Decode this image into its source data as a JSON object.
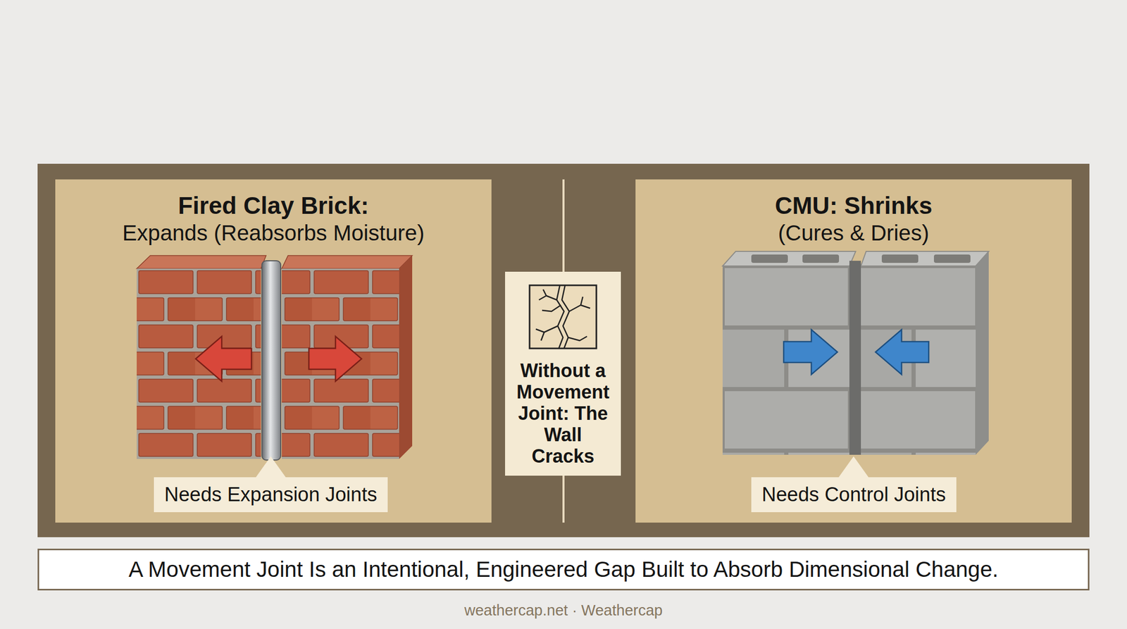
{
  "diagram": {
    "nodes": [
      {
        "text": [
          "Fired Clay Brick:",
          "Expands (Reabsorbs Moisture)"
        ]
      },
      {
        "text": [
          "Needs Expansion Joints"
        ],
        "in": 0
      },
      {
        "text": [
          "Without a Movement Joint: The Wall Cracks"
        ]
      },
      {
        "text": [
          "CMU: Shrinks",
          "(Cures & Dries)"
        ]
      },
      {
        "text": [
          "Needs Control Joints"
        ],
        "in": 3
      },
      {
        "text": [
          "A Movement Joint Is an Intentional, Engineered Gap Built to Absorb Dimensional Change."
        ]
      }
    ],
    "labels": [
      "weathercap.net · Weathercap"
    ]
  }
}
